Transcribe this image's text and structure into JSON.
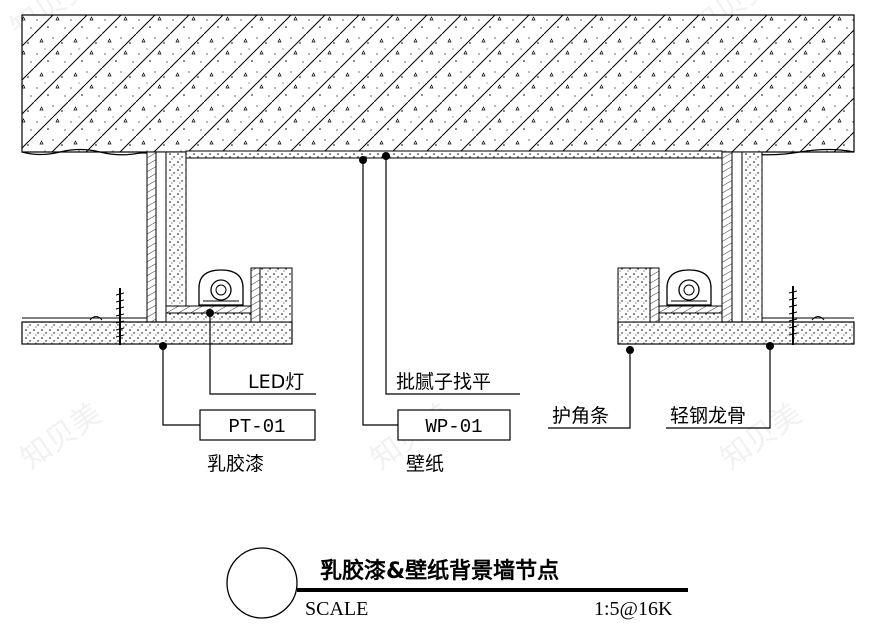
{
  "watermark": "知贝美",
  "callouts": {
    "led": "LED灯",
    "putty": "批腻子找平",
    "corner_bead": "护角条",
    "light_steel_keel": "轻钢龙骨",
    "pt_code": "PT-01",
    "pt_material": "乳胶漆",
    "wp_code": "WP-01",
    "wp_material": "壁纸"
  },
  "title_block": {
    "title": "乳胶漆&壁纸背景墙节点",
    "scale_label": "SCALE",
    "scale_value": "1:5@16K"
  }
}
